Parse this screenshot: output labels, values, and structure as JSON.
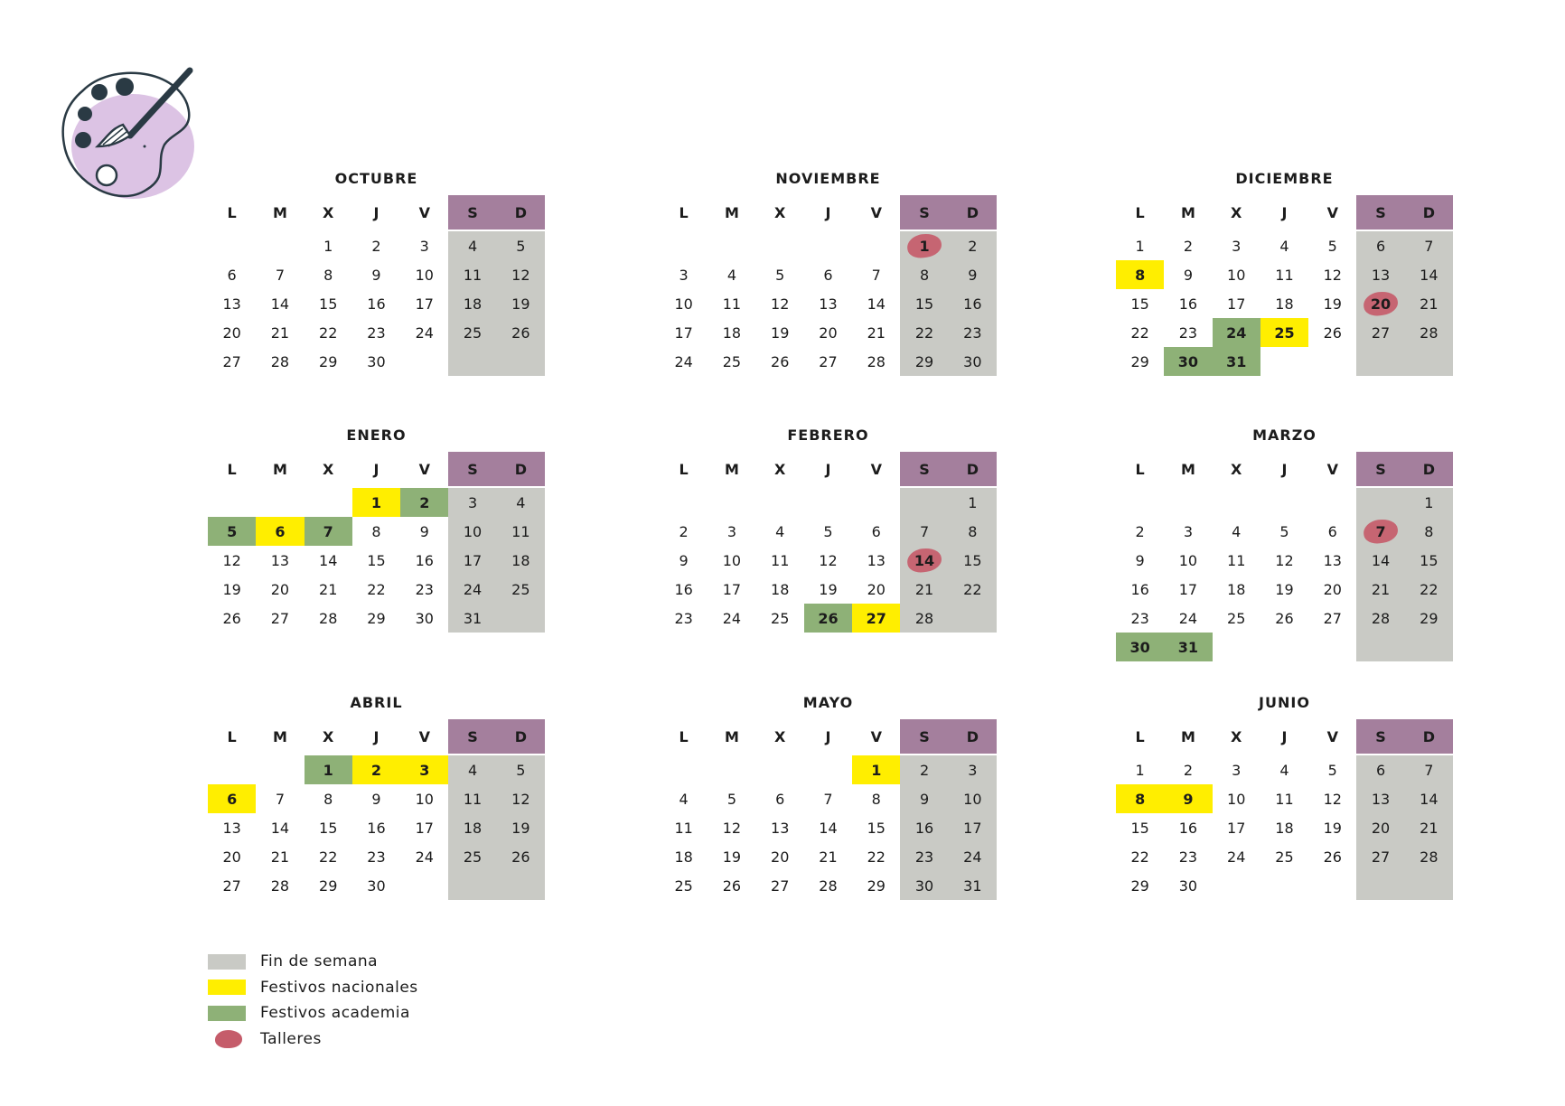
{
  "colors": {
    "weekend_header": "#a47f9d",
    "weekend": "#c9cac5",
    "national_holiday": "#ffee00",
    "academy_holiday": "#8eb177",
    "workshop": "#c55c6a"
  },
  "logo": {
    "icon": "paint-palette-icon"
  },
  "weekday_headers": [
    "L",
    "M",
    "X",
    "J",
    "V",
    "S",
    "D"
  ],
  "months": [
    {
      "name": "OCTUBRE",
      "offset": 2,
      "days": 30,
      "national": [],
      "academy": [],
      "workshops": []
    },
    {
      "name": "NOVIEMBRE",
      "offset": 5,
      "days": 30,
      "national": [],
      "academy": [],
      "workshops": [
        1
      ]
    },
    {
      "name": "DICIEMBRE",
      "offset": 0,
      "days": 31,
      "national": [
        8,
        25
      ],
      "academy": [
        24,
        30,
        31
      ],
      "workshops": [
        20
      ]
    },
    {
      "name": "ENERO",
      "offset": 3,
      "days": 31,
      "national": [
        1,
        6
      ],
      "academy": [
        2,
        5,
        7
      ],
      "workshops": []
    },
    {
      "name": "FEBRERO",
      "offset": 6,
      "days": 28,
      "national": [
        27
      ],
      "academy": [
        26
      ],
      "workshops": [
        14
      ]
    },
    {
      "name": "MARZO",
      "offset": 6,
      "days": 31,
      "national": [],
      "academy": [
        30,
        31
      ],
      "workshops": [
        7
      ]
    },
    {
      "name": "ABRIL",
      "offset": 2,
      "days": 30,
      "national": [
        2,
        3,
        6
      ],
      "academy": [
        1
      ],
      "workshops": []
    },
    {
      "name": "MAYO",
      "offset": 4,
      "days": 31,
      "national": [
        1
      ],
      "academy": [],
      "workshops": []
    },
    {
      "name": "JUNIO",
      "offset": 0,
      "days": 30,
      "national": [
        8,
        9
      ],
      "academy": [],
      "workshops": []
    }
  ],
  "legend": [
    {
      "type": "weekend",
      "label": "Fin de semana"
    },
    {
      "type": "national",
      "label": "Festivos nacionales"
    },
    {
      "type": "academy",
      "label": "Festivos academia"
    },
    {
      "type": "workshop",
      "label": "Talleres"
    }
  ]
}
